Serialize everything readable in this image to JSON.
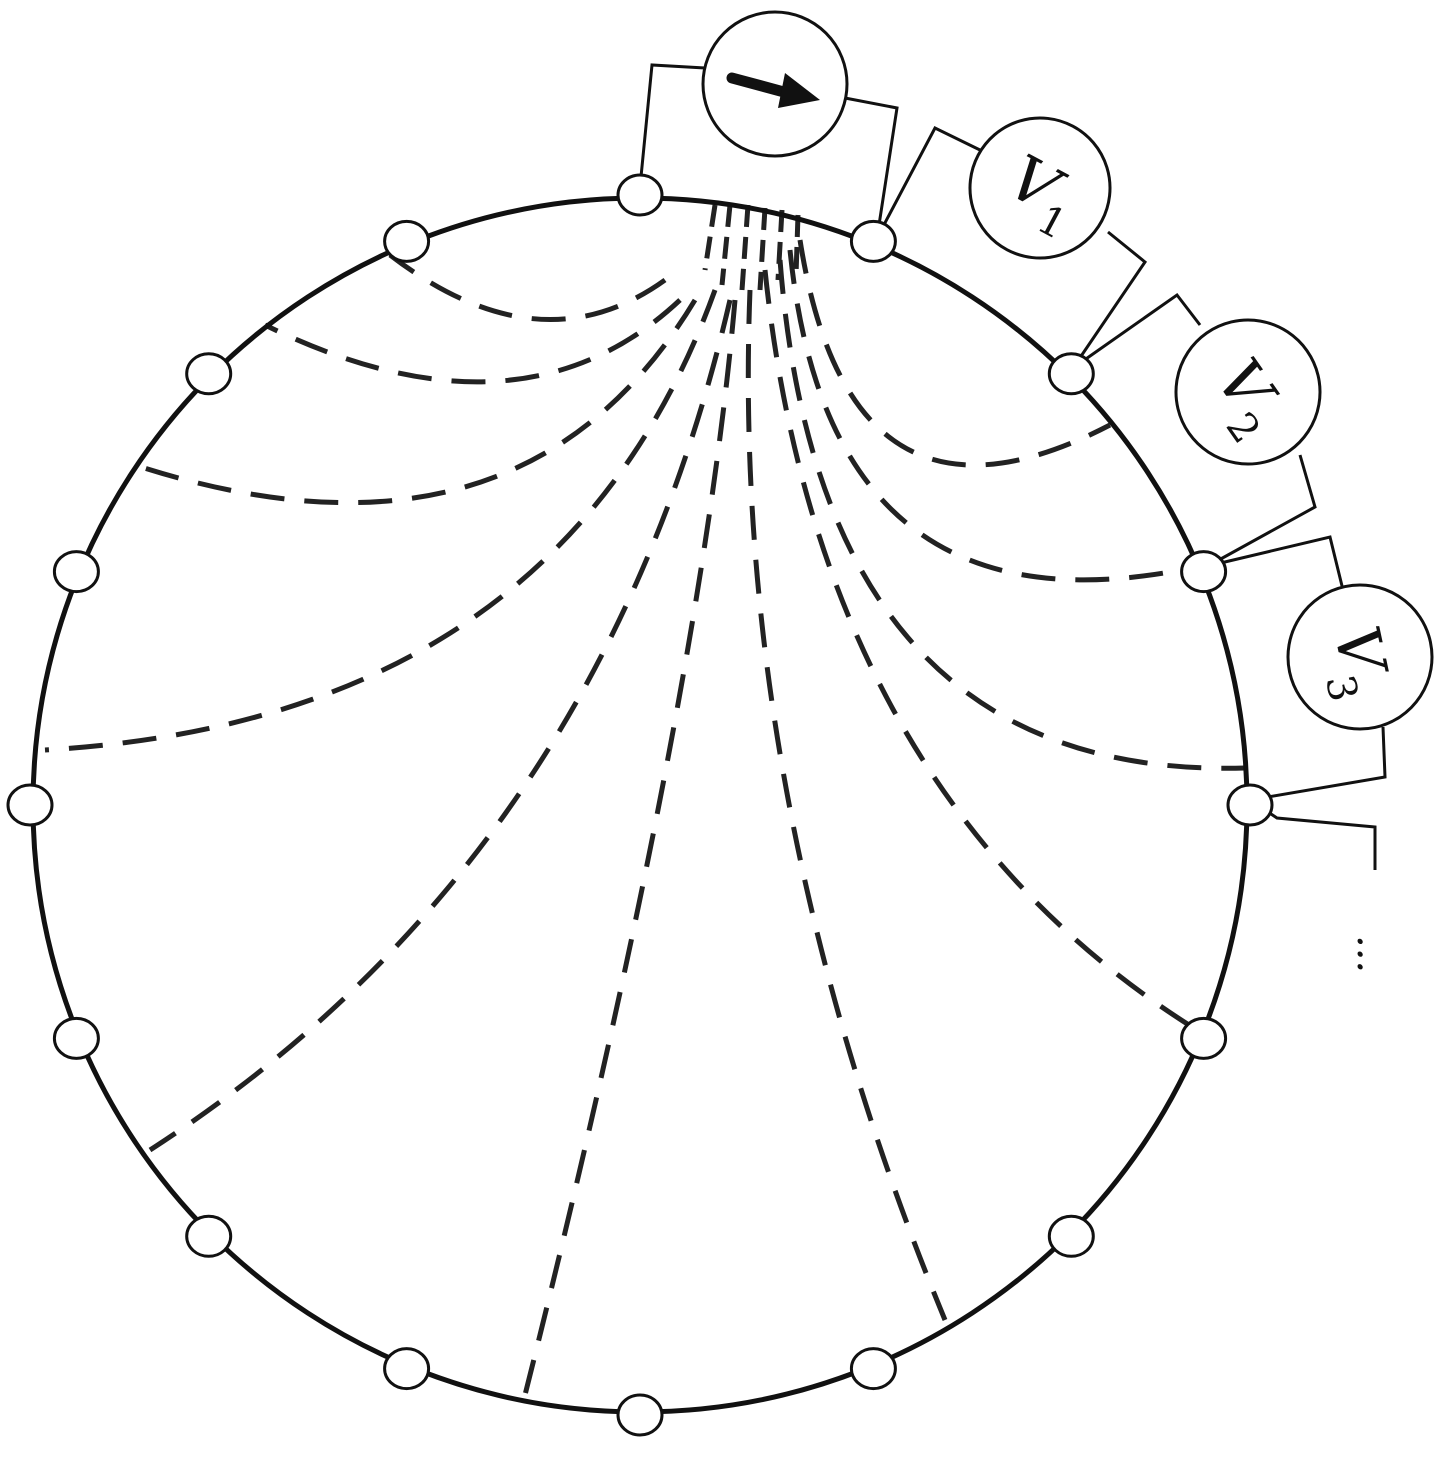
{
  "diagram": {
    "electrode_count": 16,
    "current_source": {
      "icon": "arrow-right-icon"
    },
    "voltmeters": [
      {
        "label": "V",
        "subscript": "1"
      },
      {
        "label": "V",
        "subscript": "2"
      },
      {
        "label": "V",
        "subscript": "3"
      }
    ],
    "continuation": "...",
    "colors": {
      "stroke": "#111111",
      "background": "#ffffff"
    }
  }
}
